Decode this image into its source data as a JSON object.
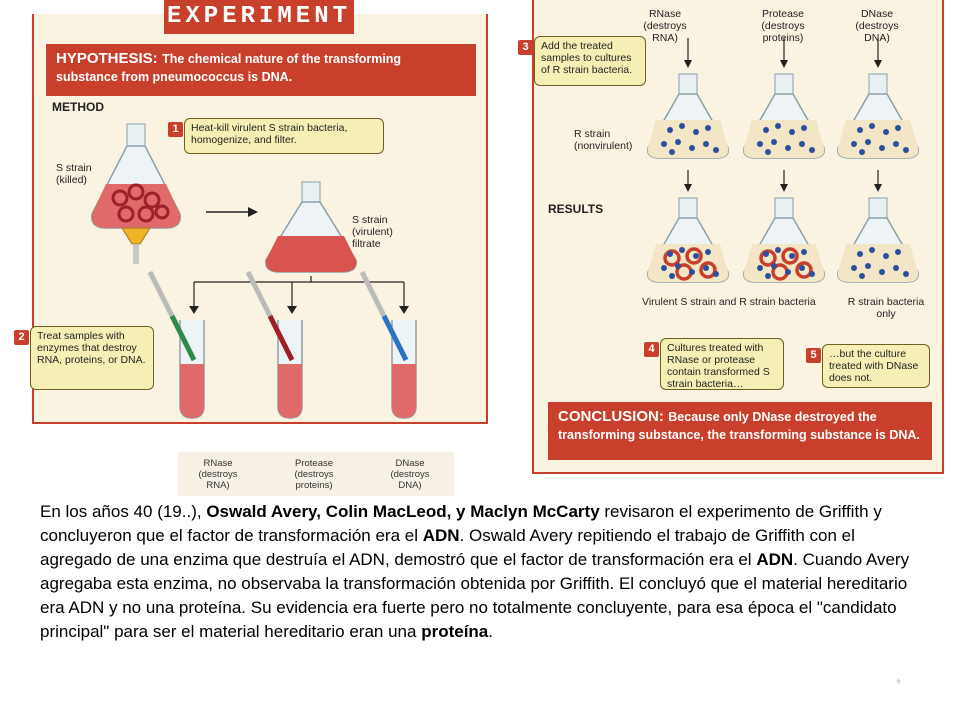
{
  "experiment": {
    "title": "EXPERIMENT",
    "hypothesis_label": "HYPOTHESIS:",
    "hypothesis_text": "The chemical nature of the transforming substance from pneumococcus is DNA.",
    "method_label": "METHOD",
    "results_label": "RESULTS",
    "conclusion_label": "CONCLUSION:",
    "conclusion_text": "Because only DNase destroyed the transforming substance, the transforming substance is DNA."
  },
  "labels": {
    "s_strain_killed": [
      "S strain",
      "(killed)"
    ],
    "s_strain_filtrate": [
      "S strain",
      "(virulent)",
      "filtrate"
    ],
    "r_strain": [
      "R strain",
      "(nonvirulent)"
    ],
    "result_vs": "Virulent S strain and R strain bacteria",
    "result_r": [
      "R strain bacteria",
      "only"
    ]
  },
  "enzymes": [
    {
      "name": [
        "RNase",
        "(destroys",
        "RNA)"
      ],
      "color": "#2e8a4a"
    },
    {
      "name": [
        "Protease",
        "(destroys",
        "proteins)"
      ],
      "color": "#9e1f2a"
    },
    {
      "name": [
        "DNase",
        "(destroys",
        "DNA)"
      ],
      "color": "#2b73c4"
    }
  ],
  "steps": [
    {
      "number": "1",
      "text": "Heat-kill virulent S strain bacteria, homogenize, and filter."
    },
    {
      "number": "2",
      "text": "Treat samples with enzymes that destroy RNA, proteins, or DNA."
    },
    {
      "number": "3",
      "text": "Add the treated samples to cultures of R strain bacteria."
    },
    {
      "number": "4",
      "text": "Cultures treated with RNase or protease contain transformed S strain bacteria…"
    },
    {
      "number": "5",
      "text": "…but the culture treated with DNase does not."
    }
  ],
  "strip": [
    [
      "RNase",
      "(destroys",
      "RNA)"
    ],
    [
      "Protease",
      "(destroys",
      "proteins)"
    ],
    [
      "DNase",
      "(destroys",
      "DNA)"
    ]
  ],
  "paragraph": [
    {
      "t": "En los años 40 (19..), ",
      "b": false
    },
    {
      "t": "Oswald Avery, Colin MacLeod, y Maclyn McCarty",
      "b": true
    },
    {
      "t": " revisaron el experimento de Griffith y concluyeron que el factor de transformación era el ",
      "b": false
    },
    {
      "t": "ADN",
      "b": true
    },
    {
      "t": ". Oswald Avery repitiendo el trabajo de Griffith con el agregado de una enzima que destruía el ADN, demostró que el factor de transformación era el ",
      "b": false
    },
    {
      "t": "ADN",
      "b": true
    },
    {
      "t": ". Cuando Avery agregaba esta enzima, no observaba la transformación obtenida por Griffith. El concluyó que el material hereditario era ADN y no una proteína. Su evidencia era fuerte pero no totalmente concluyente, para esa época el \"candidato principal\" para ser el material hereditario eran una ",
      "b": false
    },
    {
      "t": "proteína",
      "b": true
    },
    {
      "t": ".",
      "b": false
    }
  ],
  "footer": "*",
  "colors": {
    "accent": "#c8402c",
    "panel": "#fbf3e2",
    "callout": "#f5efb6",
    "culture": "#e06a6a"
  }
}
